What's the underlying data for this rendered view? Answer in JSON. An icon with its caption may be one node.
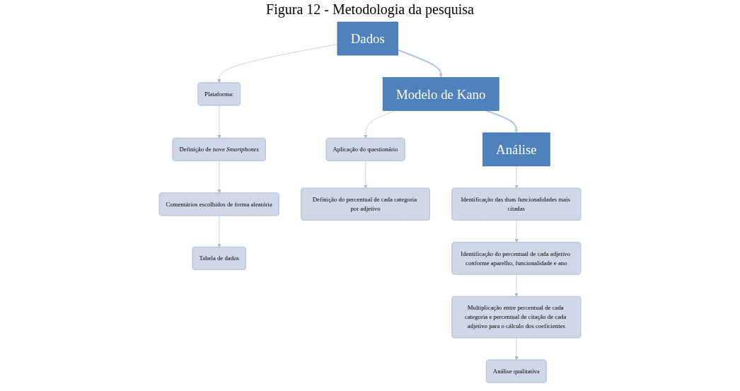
{
  "diagram": {
    "title": "Figura 12 - Metodologia da pesquisa",
    "nodes": [
      {
        "text": [
          "Dados"
        ]
      },
      {
        "text": [
          "Modelo de Kano"
        ]
      },
      {
        "text": [
          "Análise"
        ]
      },
      {
        "text": [
          "Plataforma:"
        ]
      },
      {
        "text": [
          "Definição de nove *Smartphones*"
        ]
      },
      {
        "text": [
          "Comentários escolhidos de forma aleatória"
        ]
      },
      {
        "text": [
          "Tabela de dados"
        ]
      },
      {
        "text": [
          "Aplicação do questionário"
        ]
      },
      {
        "text": [
          "Definição do percentual de cada categoria por adjetivo"
        ]
      },
      {
        "text": [
          "Identificação das duas funcionalidades mais citadas"
        ]
      },
      {
        "text": [
          "Identificação do percentual de cada adjetivo conforme aparelho, funcionalidade e ano"
        ]
      },
      {
        "text": [
          "Multiplicação entre percentual de cada categoria e percentual de citação de cada adjetivo para o cálculo dos coeficientes"
        ]
      },
      {
        "text": [
          "Análise qualitativa"
        ]
      }
    ],
    "edges": [
      {
        "from": 0,
        "to": 1,
        "arrow": "to",
        "style": "thick"
      },
      {
        "from": 1,
        "to": 2,
        "arrow": "to",
        "style": "thick"
      },
      {
        "from": 0,
        "to": 3,
        "arrow": "to"
      },
      {
        "from": 3,
        "to": 4,
        "arrow": "to"
      },
      {
        "from": 4,
        "to": 5,
        "arrow": "to"
      },
      {
        "from": 5,
        "to": 6,
        "arrow": "to"
      },
      {
        "from": 1,
        "to": 7,
        "arrow": "to"
      },
      {
        "from": 7,
        "to": 8,
        "arrow": "to"
      },
      {
        "from": 2,
        "to": 9,
        "arrow": "to"
      },
      {
        "from": 9,
        "to": 10,
        "arrow": "to"
      },
      {
        "from": 10,
        "to": 11,
        "arrow": "to"
      },
      {
        "from": 11,
        "to": 12,
        "arrow": "to"
      }
    ]
  }
}
